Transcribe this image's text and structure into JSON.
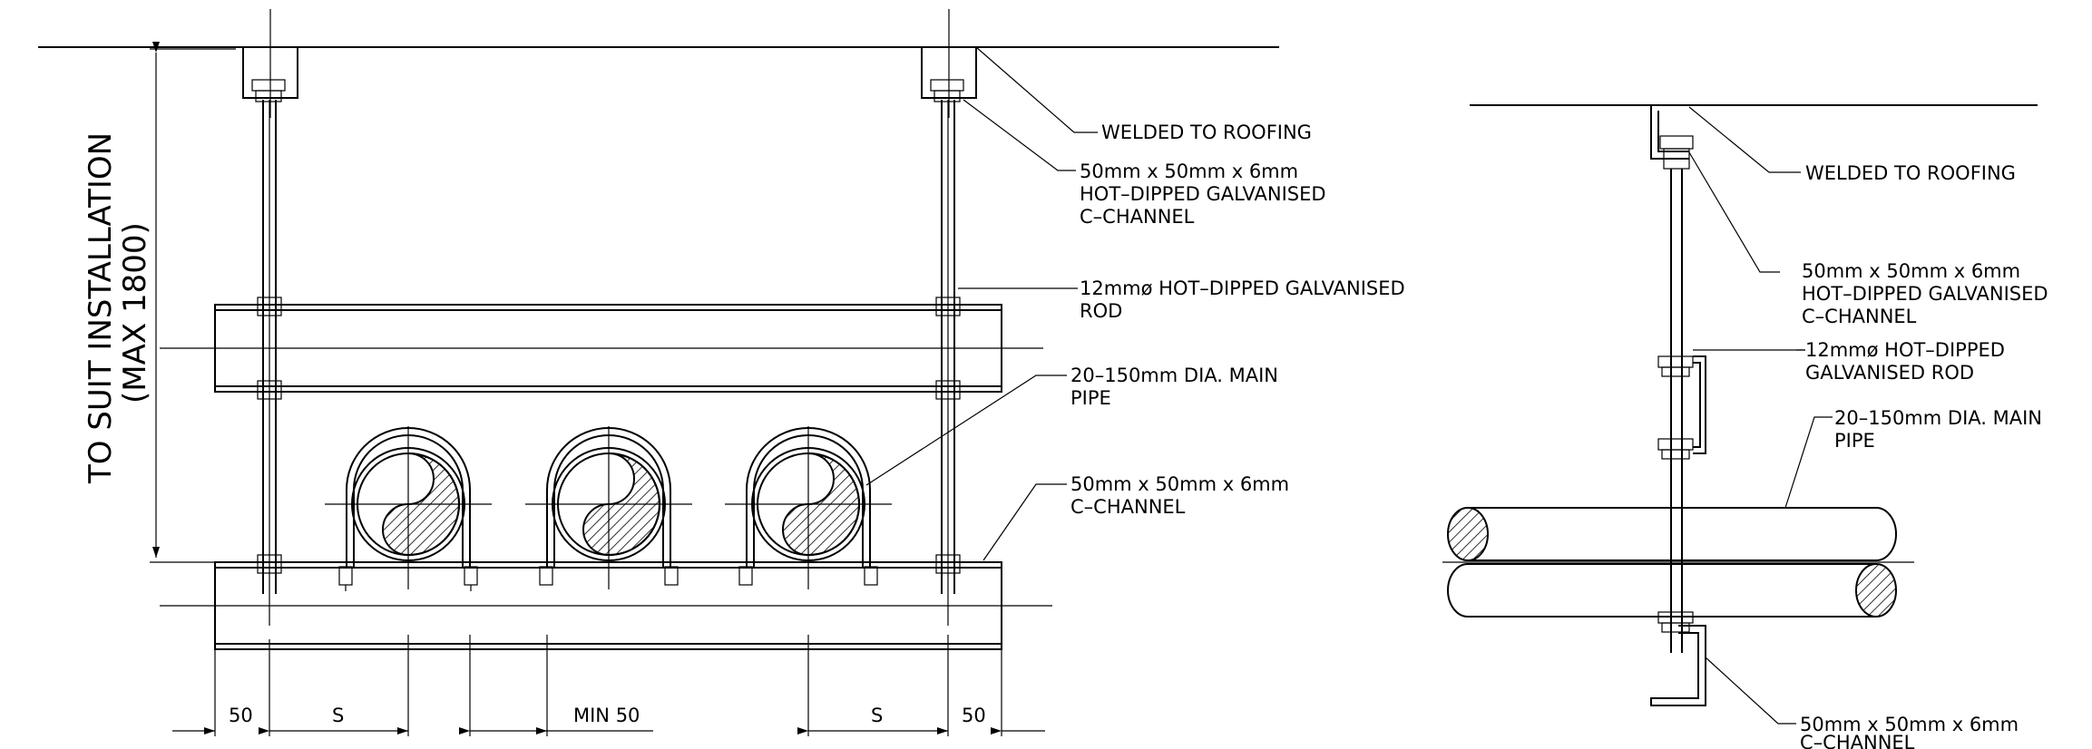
{
  "front_view": {
    "vertical_dimension": [
      "TO SUIT INSTALLATION",
      "(MAX 1800)"
    ],
    "labels": {
      "welded": "WELDED TO ROOFING",
      "channel_top": [
        "50mm x 50mm x 6mm",
        "HOT–DIPPED GALVANISED",
        "C–CHANNEL"
      ],
      "rod": [
        "12mmø HOT–DIPPED GALVANISED",
        "ROD"
      ],
      "pipe": [
        "20–150mm DIA. MAIN",
        "PIPE"
      ],
      "channel_bottom": [
        "50mm x 50mm x 6mm",
        "C–CHANNEL"
      ]
    },
    "dimensions": [
      "50",
      "S",
      "MIN 50",
      "S",
      "50"
    ]
  },
  "side_view": {
    "labels": {
      "welded": "WELDED TO ROOFING",
      "channel_top": [
        "50mm x 50mm x 6mm",
        "HOT–DIPPED GALVANISED",
        "C–CHANNEL"
      ],
      "rod": [
        "12mmø HOT–DIPPED",
        "GALVANISED ROD"
      ],
      "pipe": [
        "20–150mm DIA. MAIN",
        "PIPE"
      ],
      "channel_bottom": [
        "50mm x 50mm x 6mm",
        "C–CHANNEL"
      ]
    }
  }
}
